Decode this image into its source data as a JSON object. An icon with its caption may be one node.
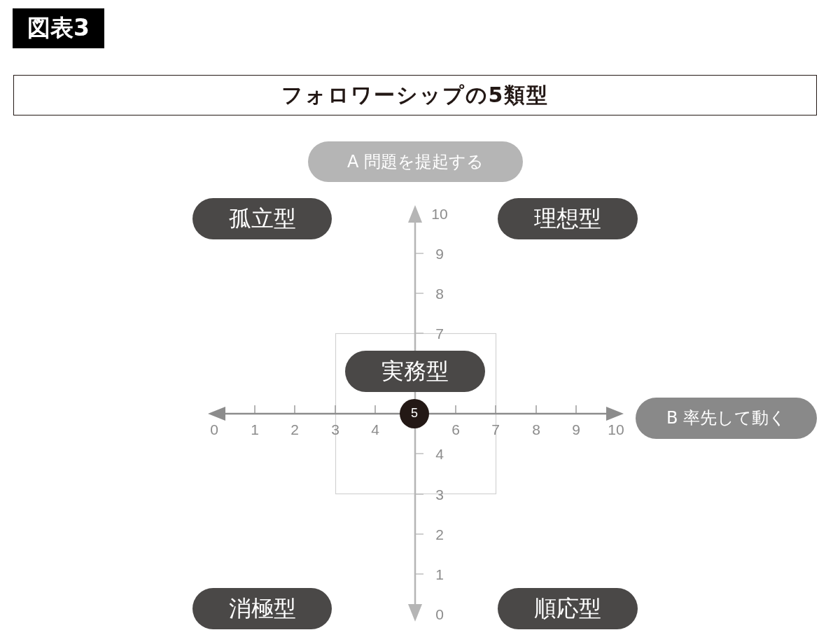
{
  "diagram": {
    "title": "フォロワーシップの5類型",
    "nodes": [
      {
        "text": [
          "A 問題を提起する"
        ]
      },
      {
        "text": [
          "孤立型"
        ]
      },
      {
        "text": [
          "理想型"
        ]
      },
      {
        "text": [
          "実務型"
        ]
      },
      {
        "text": [
          "5"
        ]
      },
      {
        "text": [
          "B 率先して動く"
        ]
      },
      {
        "text": [
          "消極型"
        ]
      },
      {
        "text": [
          "順応型"
        ]
      }
    ],
    "labels": [
      "図表3",
      "10",
      "9",
      "8",
      "7",
      "0",
      "1",
      "2",
      "3",
      "4",
      "6",
      "7",
      "8",
      "9",
      "10",
      "4",
      "3",
      "2",
      "1",
      "0"
    ]
  }
}
